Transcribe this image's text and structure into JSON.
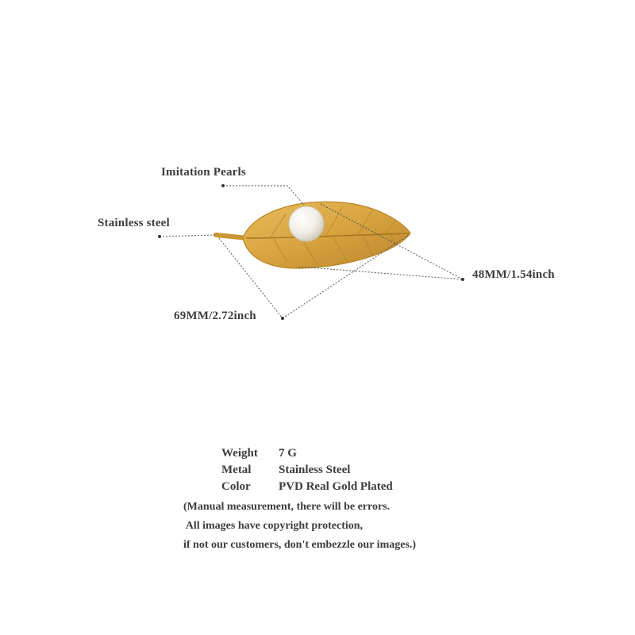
{
  "annotations": {
    "pearls": "Imitation Pearls",
    "material": "Stainless steel",
    "width": "48MM/1.54inch",
    "length": "69MM/2.72inch"
  },
  "specs": [
    {
      "key": "Weight",
      "value": "7 G"
    },
    {
      "key": "Metal",
      "value": "Stainless Steel"
    },
    {
      "key": "Color",
      "value": "PVD Real Gold Plated"
    }
  ],
  "notes": [
    "(Manual measurement, there will be errors.",
    " All images have copyright protection,",
    "if not our customers, don't embezzle our images.)"
  ],
  "colors": {
    "gold": "#d9a640",
    "gold_dark": "#b98423",
    "pearl": "#f3efe8",
    "text": "#3d3d3d"
  }
}
